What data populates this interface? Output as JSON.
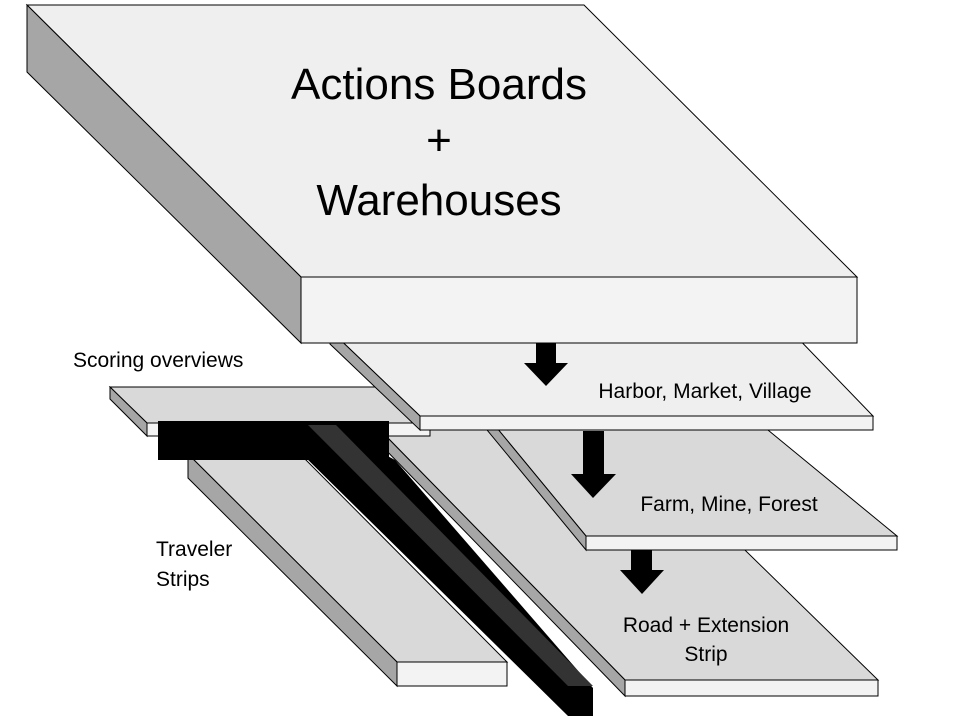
{
  "main_board": {
    "title_line1": "Actions Boards",
    "title_line2": "+",
    "title_line3": "Warehouses"
  },
  "layers": {
    "harbor": "Harbor, Market, Village",
    "farm": "Farm, Mine, Forest",
    "road_line1": "Road + Extension",
    "road_line2": "Strip"
  },
  "side_labels": {
    "scoring": "Scoring overviews",
    "traveler_line1": "Traveler",
    "traveler_line2": "Strips"
  },
  "colors": {
    "top_face_main": "#efefef",
    "top_face_layer": "#d9d9d9",
    "side_face": "#a6a6a6",
    "front_face": "#f3f3f3",
    "black_strip": "#000000",
    "black_strip_side": "#333333"
  }
}
